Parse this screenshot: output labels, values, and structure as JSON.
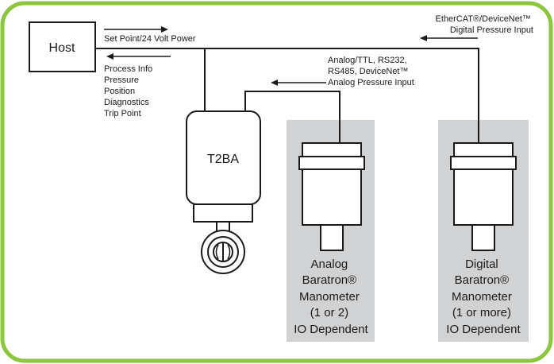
{
  "colors": {
    "frame": "#8cc63f",
    "line": "#1a1a1a",
    "panel": "#d1d2d4",
    "background": "#ffffff"
  },
  "host": {
    "label": "Host"
  },
  "controller": {
    "label": "T2BA"
  },
  "signals": {
    "setpoint": "Set Point/24 Volt Power",
    "outputs": [
      "Process Info",
      "Pressure",
      "Position",
      "Diagnostics",
      "Trip Point"
    ],
    "digital_input": [
      "EtherCAT®/DeviceNet™",
      "Digital Pressure Input"
    ],
    "analog_input": [
      "Analog/TTL, RS232,",
      "RS485, DeviceNet™",
      "Analog Pressure Input"
    ]
  },
  "analog_gauge": {
    "caption": [
      "Analog",
      "Baratron®",
      "Manometer",
      "(1 or 2)",
      "IO Dependent"
    ]
  },
  "digital_gauge": {
    "caption": [
      "Digital",
      "Baratron®",
      "Manometer",
      "(1 or more)",
      "IO Dependent"
    ]
  },
  "icons": [
    "valve-icon",
    "arrow-right-icon",
    "arrow-left-icon"
  ]
}
